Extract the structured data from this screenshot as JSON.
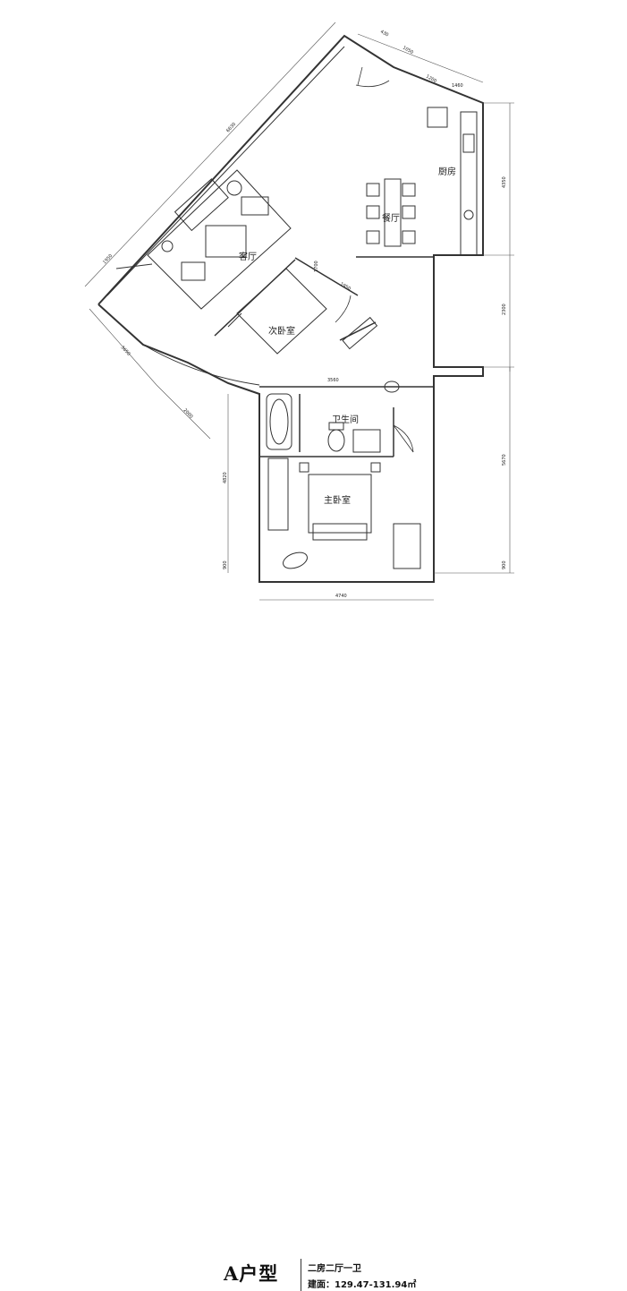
{
  "plan": {
    "rooms": {
      "living": "客厅",
      "dining": "餐厅",
      "kitchen": "厨房",
      "second_bedroom": "次卧室",
      "bathroom": "卫生间",
      "master_bedroom": "主卧室"
    },
    "dimensions": {
      "top_a": "430",
      "top_b": "1050",
      "top_c": "1200",
      "top_d": "1460",
      "diag_main": "6630",
      "diag_b": "1950",
      "diag_c": "3650",
      "diag_d": "2000",
      "inner_a": "1700",
      "inner_b": "1950",
      "bath_w": "3560",
      "right_a": "4350",
      "right_b": "2300",
      "right_c": "5670",
      "right_d": "900",
      "left_a": "4820",
      "left_b": "900",
      "bottom": "4740"
    }
  },
  "caption": {
    "type_name": "A户型",
    "layout": "二房二厅一卫",
    "area": "建面：129.47-131.94㎡"
  }
}
